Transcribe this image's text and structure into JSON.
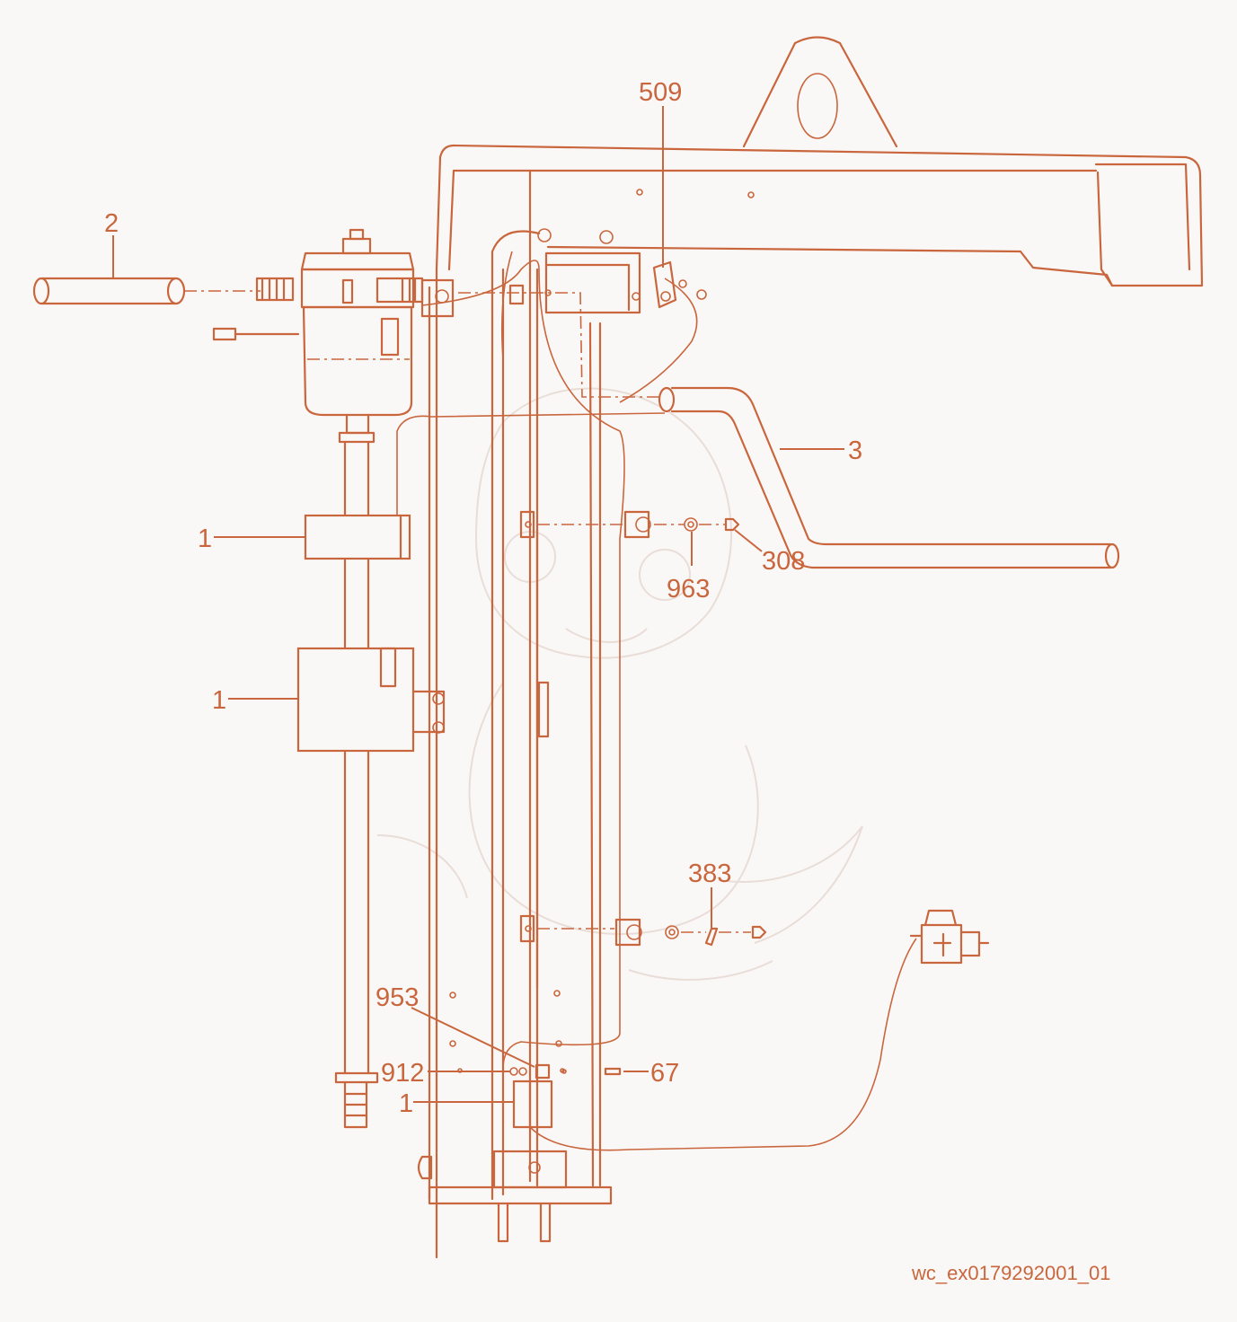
{
  "diagram": {
    "callouts": {
      "c2": "2",
      "c509": "509",
      "c3": "3",
      "c1a": "1",
      "c963": "963",
      "c308": "308",
      "c1b": "1",
      "c383": "383",
      "c953": "953",
      "c912": "912",
      "c67": "67",
      "c1c": "1"
    },
    "figure_id": "wc_ex0179292001_01",
    "colors": {
      "line": "#c9663d",
      "background": "#faf8f6",
      "watermark": "#e9ddd8"
    }
  }
}
